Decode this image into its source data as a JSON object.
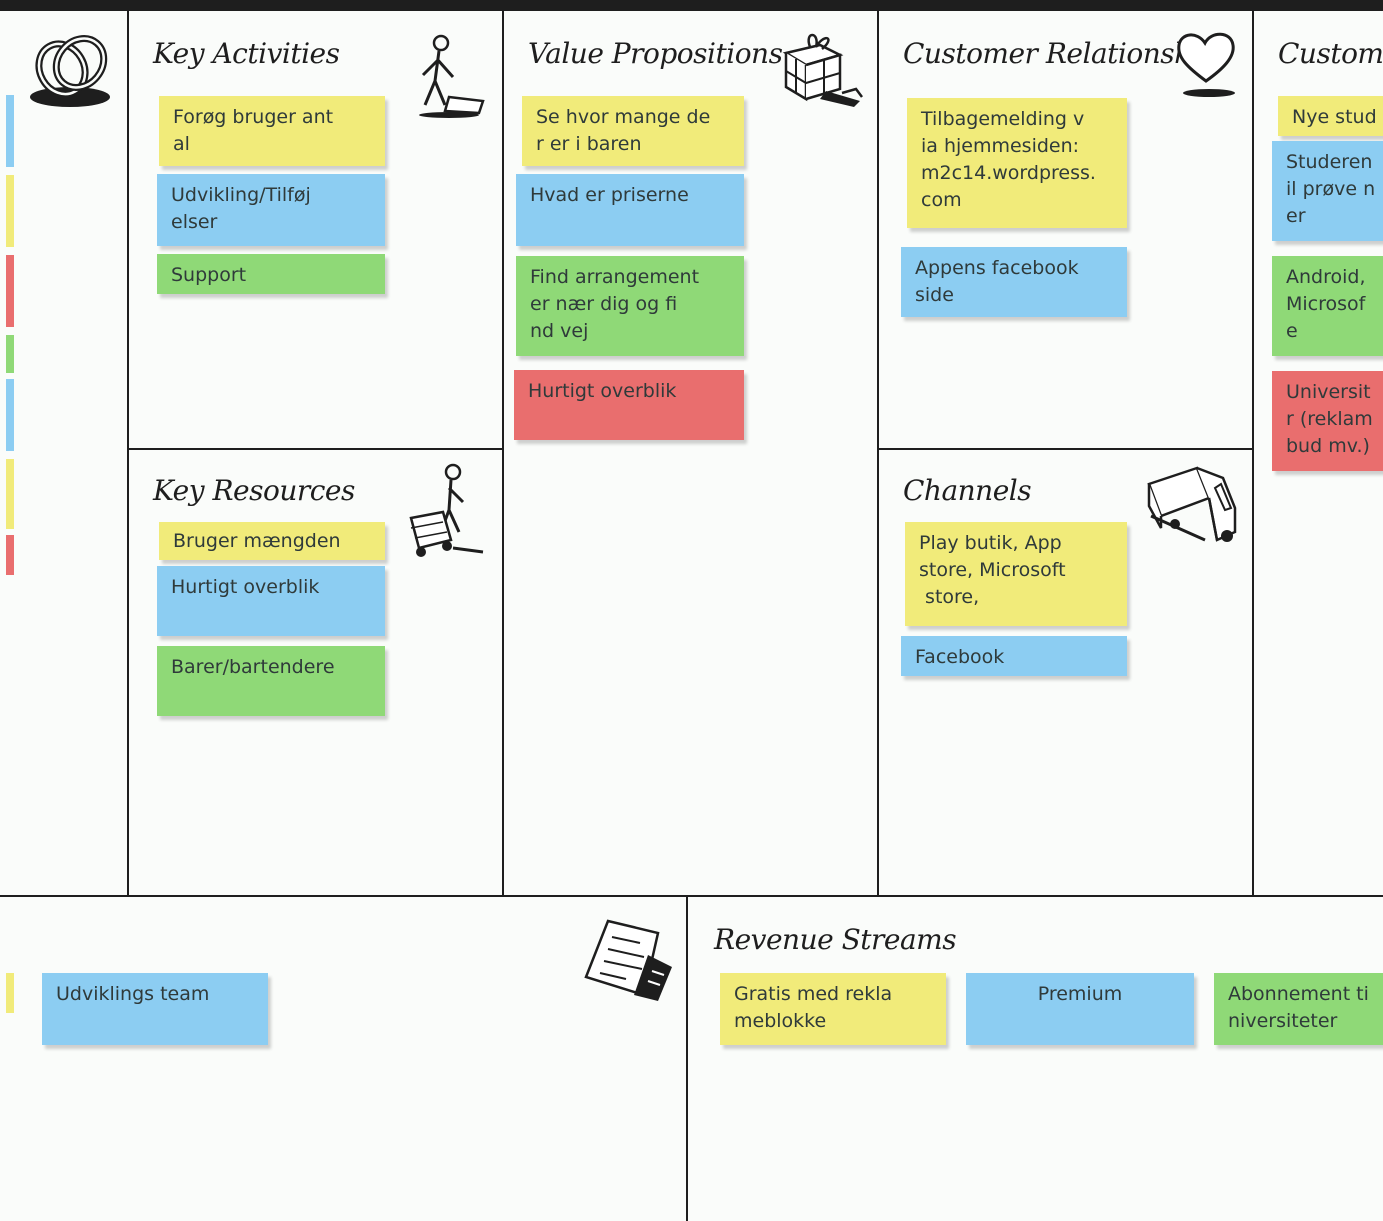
{
  "colors": {
    "yellow": "#f1eb7a",
    "blue": "#8ccdf2",
    "green": "#8fd977",
    "red": "#e96e6e",
    "line": "#1e1e1e",
    "paper": "#fafcfa"
  },
  "key_partners": {
    "icon": "chain-link-icon",
    "strip_colors": [
      "blue",
      "yellow",
      "red",
      "green",
      "blue",
      "yellow",
      "red"
    ]
  },
  "key_activities": {
    "title": "Key Activities",
    "icon": "worker-icon",
    "notes": [
      {
        "color": "yellow",
        "text": "Forøg bruger ant\nal"
      },
      {
        "color": "blue",
        "text": "Udvikling/Tilføj\nelser"
      },
      {
        "color": "green",
        "text": "Support"
      }
    ]
  },
  "key_resources": {
    "title": "Key Resources",
    "icon": "forklift-worker-icon",
    "notes": [
      {
        "color": "yellow",
        "text": "Bruger mængden"
      },
      {
        "color": "blue",
        "text": "Hurtigt overblik"
      },
      {
        "color": "green",
        "text": "Barer/bartendere"
      }
    ]
  },
  "value_propositions": {
    "title": "Value Propositions",
    "icon": "gift-box-icon",
    "notes": [
      {
        "color": "yellow",
        "text": "Se hvor mange de\nr er i baren"
      },
      {
        "color": "blue",
        "text": "Hvad er priserne"
      },
      {
        "color": "green",
        "text": "Find arrangement\ner nær dig og fi\nnd vej"
      },
      {
        "color": "red",
        "text": "Hurtigt overblik"
      }
    ]
  },
  "customer_relationships": {
    "title": "Customer Relationships",
    "icon": "heart-icon",
    "notes": [
      {
        "color": "yellow",
        "text": "Tilbagemelding v\nia hjemmesiden:\nm2c14.wordpress.\ncom"
      },
      {
        "color": "blue",
        "text": "Appens facebook\nside"
      }
    ]
  },
  "channels": {
    "title": "Channels",
    "icon": "truck-icon",
    "notes": [
      {
        "color": "yellow",
        "text": "Play butik, App\nstore, Microsoft\n store,"
      },
      {
        "color": "blue",
        "text": "Facebook"
      }
    ]
  },
  "customer_segments": {
    "title": "Custom",
    "notes": [
      {
        "color": "yellow",
        "text": "Nye stud"
      },
      {
        "color": "blue",
        "text": "Studeren\nil prøve n\ner"
      },
      {
        "color": "green",
        "text": "Android,\nMicrosof\ne"
      },
      {
        "color": "red",
        "text": "Universit\nr (reklam\nbud mv.)"
      }
    ]
  },
  "cost_structure": {
    "icon": "price-tag-icon",
    "notes": [
      {
        "color": "blue",
        "text": "Udviklings team"
      }
    ]
  },
  "revenue_streams": {
    "title": "Revenue Streams",
    "notes": [
      {
        "color": "yellow",
        "text": "Gratis med rekla\nmeblokke"
      },
      {
        "color": "blue",
        "text": "Premium"
      },
      {
        "color": "green",
        "text": "Abonnement ti\nniversiteter"
      }
    ]
  }
}
